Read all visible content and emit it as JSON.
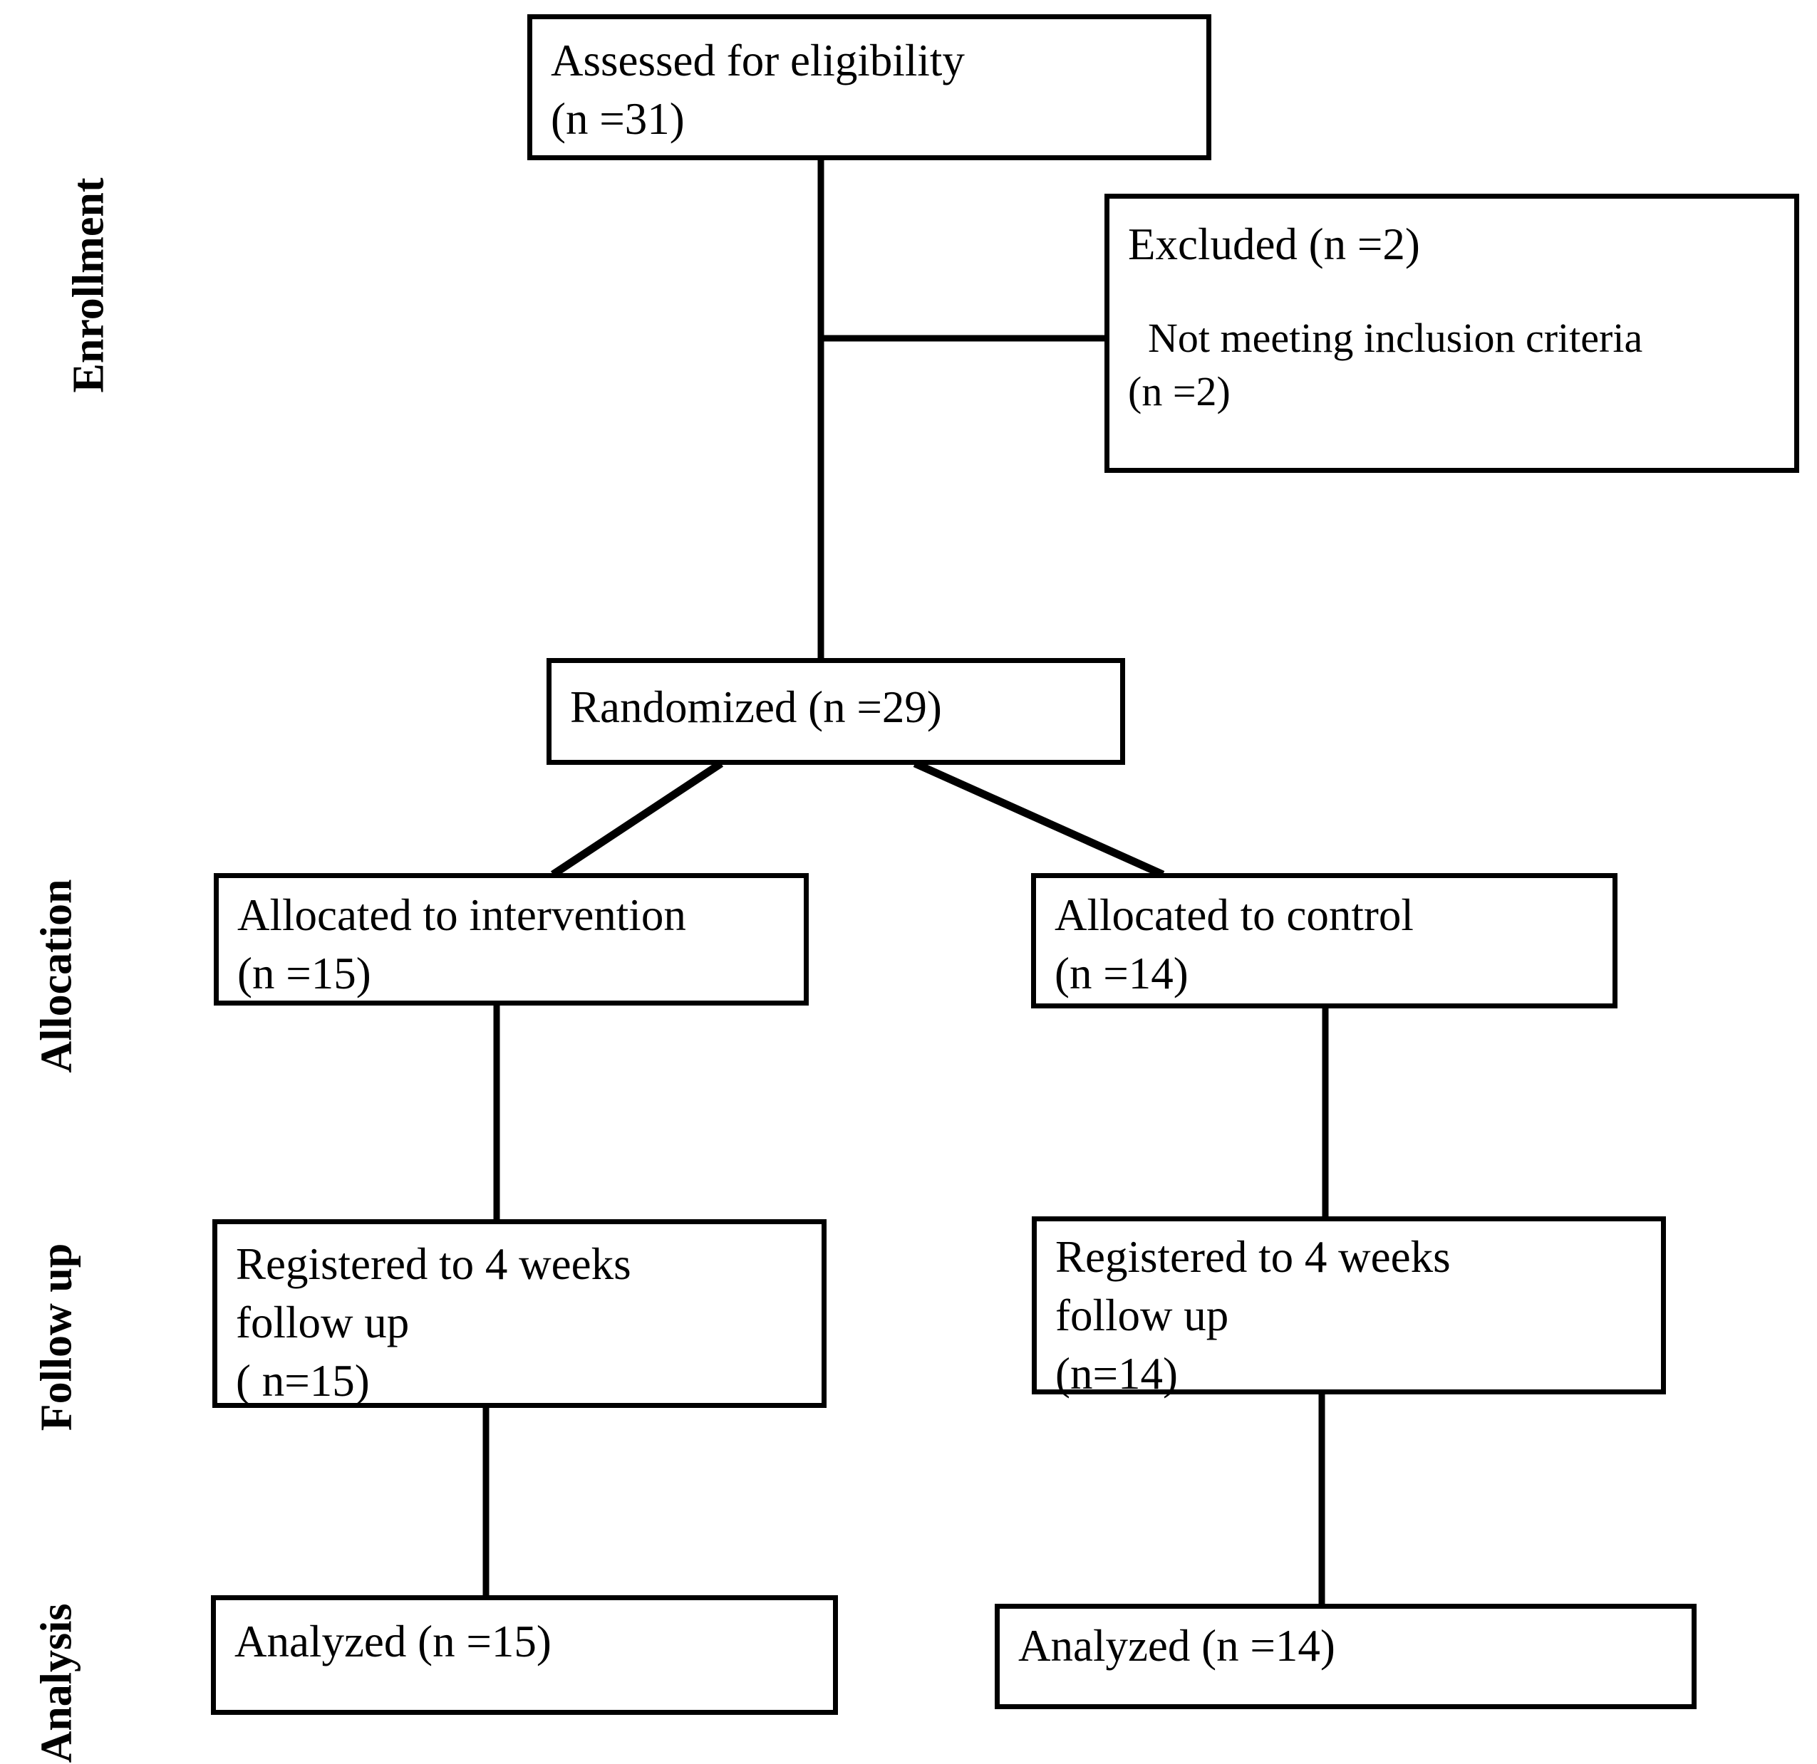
{
  "diagram": {
    "type": "consort-flow-diagram",
    "title": "CONSORT participant flow",
    "line_color": "#000000",
    "background_color": "#ffffff"
  },
  "stage_labels": [
    {
      "id": "enrollment",
      "text": "Enrollment"
    },
    {
      "id": "allocation",
      "text": "Allocation"
    },
    {
      "id": "follow_up",
      "text": "Follow up"
    },
    {
      "id": "analysis",
      "text": "Analysis"
    }
  ],
  "nodes": {
    "assessed": {
      "line1": "Assessed for eligibility",
      "line2": "(n =31)",
      "n": 31
    },
    "excluded": {
      "line1": "Excluded (n =2)",
      "reason_line1": "Not meeting inclusion criteria",
      "reason_line2": "(n =2)",
      "n": 2
    },
    "randomized": {
      "line1": "Randomized (n =29)",
      "n": 29
    },
    "allocated_intervention": {
      "line1": "Allocated to intervention",
      "line2": "(n =15)",
      "n": 15
    },
    "allocated_control": {
      "line1": "Allocated to control",
      "line2": "(n =14)",
      "n": 14
    },
    "followup_intervention": {
      "line1": "Registered to 4 weeks",
      "line2": "follow up",
      "line3": "( n=15)",
      "n": 15
    },
    "followup_control": {
      "line1": "Registered to 4 weeks",
      "line2": "follow up",
      "line3": "(n=14)",
      "n": 14
    },
    "analyzed_intervention": {
      "line1": "Analyzed (n =15)",
      "n": 15
    },
    "analyzed_control": {
      "line1": "Analyzed (n =14)",
      "n": 14
    }
  },
  "chart_data": {
    "type": "diagram",
    "title": "CONSORT flow diagram",
    "stages": [
      "Enrollment",
      "Allocation",
      "Follow up",
      "Analysis"
    ],
    "counts": {
      "assessed_for_eligibility": 31,
      "excluded": 2,
      "excluded_not_meeting_inclusion_criteria": 2,
      "randomized": 29,
      "allocated_to_intervention": 15,
      "allocated_to_control": 14,
      "followup_intervention_4_weeks": 15,
      "followup_control_4_weeks": 14,
      "analyzed_intervention": 15,
      "analyzed_control": 14
    }
  }
}
